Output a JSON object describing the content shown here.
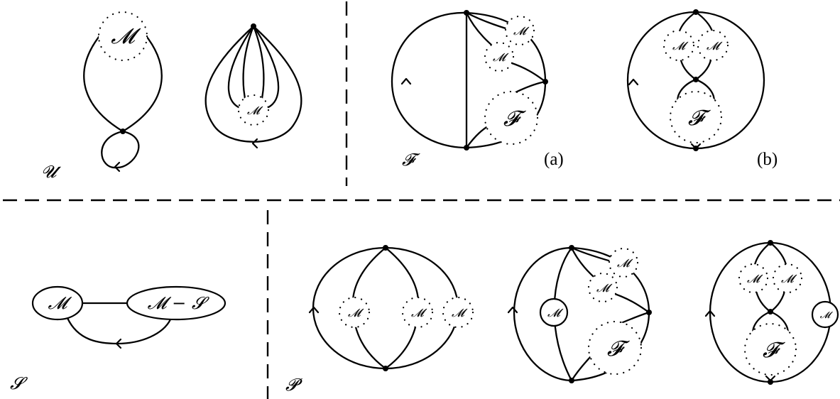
{
  "figure": {
    "panels": {
      "U": {
        "label": "𝓤"
      },
      "F": {
        "label": "𝓕",
        "sub_a": "(a)",
        "sub_b": "(b)"
      },
      "S": {
        "label": "𝓢"
      },
      "P": {
        "label": "𝓟"
      }
    },
    "symbols": {
      "M": "𝓜",
      "F": "𝓕",
      "M_minus_S": "𝓜 − 𝓢"
    }
  }
}
